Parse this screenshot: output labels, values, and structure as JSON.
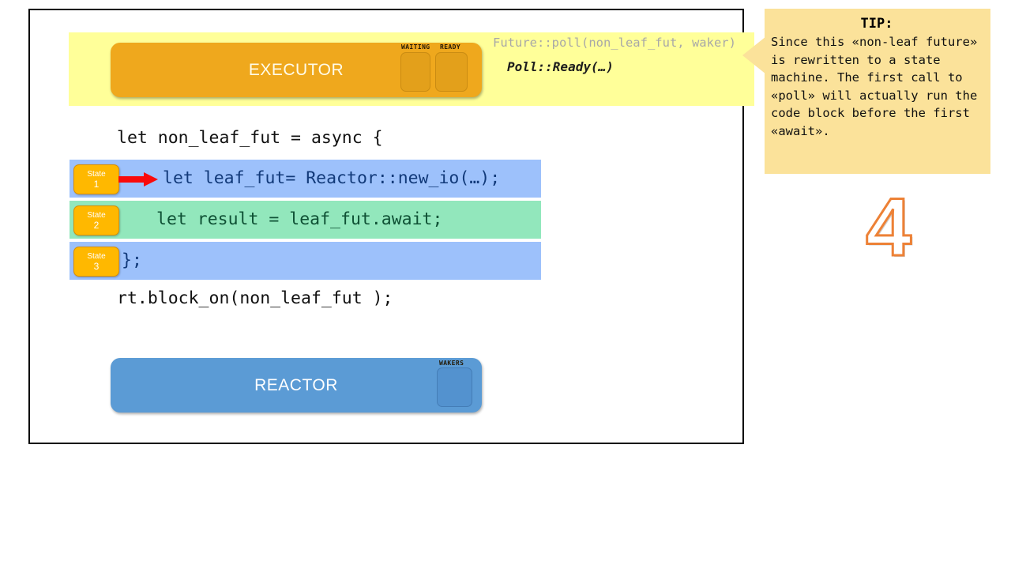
{
  "slide": {
    "executor": {
      "label": "EXECUTOR",
      "slot_waiting_caption": "WAITING",
      "slot_ready_caption": "READY",
      "band_color": "#ffff99",
      "box_color": "#efa81d"
    },
    "annotation": {
      "poll_call": "Future::poll(non_leaf_fut, waker)",
      "poll_result": "Poll::Ready(…)",
      "poll_call_color": "#a8a8a8",
      "poll_result_color": "#1d1d1d"
    },
    "code": {
      "line_first": "let non_leaf_fut = async {",
      "line_last": "rt.block_on(non_leaf_fut );",
      "bands": [
        {
          "state_word": "State",
          "state_number": "1",
          "text": "let leaf_fut= Reactor::new_io(…);",
          "background": "#9dc1fb",
          "text_color": "#123a7a",
          "has_arrow": true
        },
        {
          "state_word": "State",
          "state_number": "2",
          "text": "let result = leaf_fut.await;",
          "background": "#92e7bc",
          "text_color": "#0f5135",
          "has_arrow": false
        },
        {
          "state_word": "State",
          "state_number": "3",
          "text": "};",
          "background": "#9dc1fb",
          "text_color": "#123a7a",
          "has_arrow": false
        }
      ]
    },
    "reactor": {
      "label": "REACTOR",
      "slot_wakers_caption": "WAKERS",
      "box_color": "#5b9bd5"
    }
  },
  "tip": {
    "title": "TIP:",
    "body": "Since this «non-leaf future» is rewritten to a state machine. The first call to «poll» will actually run the code block before the first «await».",
    "background": "#fbe29a"
  },
  "step_number": {
    "value": "4",
    "outline_color": "#ed8136"
  }
}
